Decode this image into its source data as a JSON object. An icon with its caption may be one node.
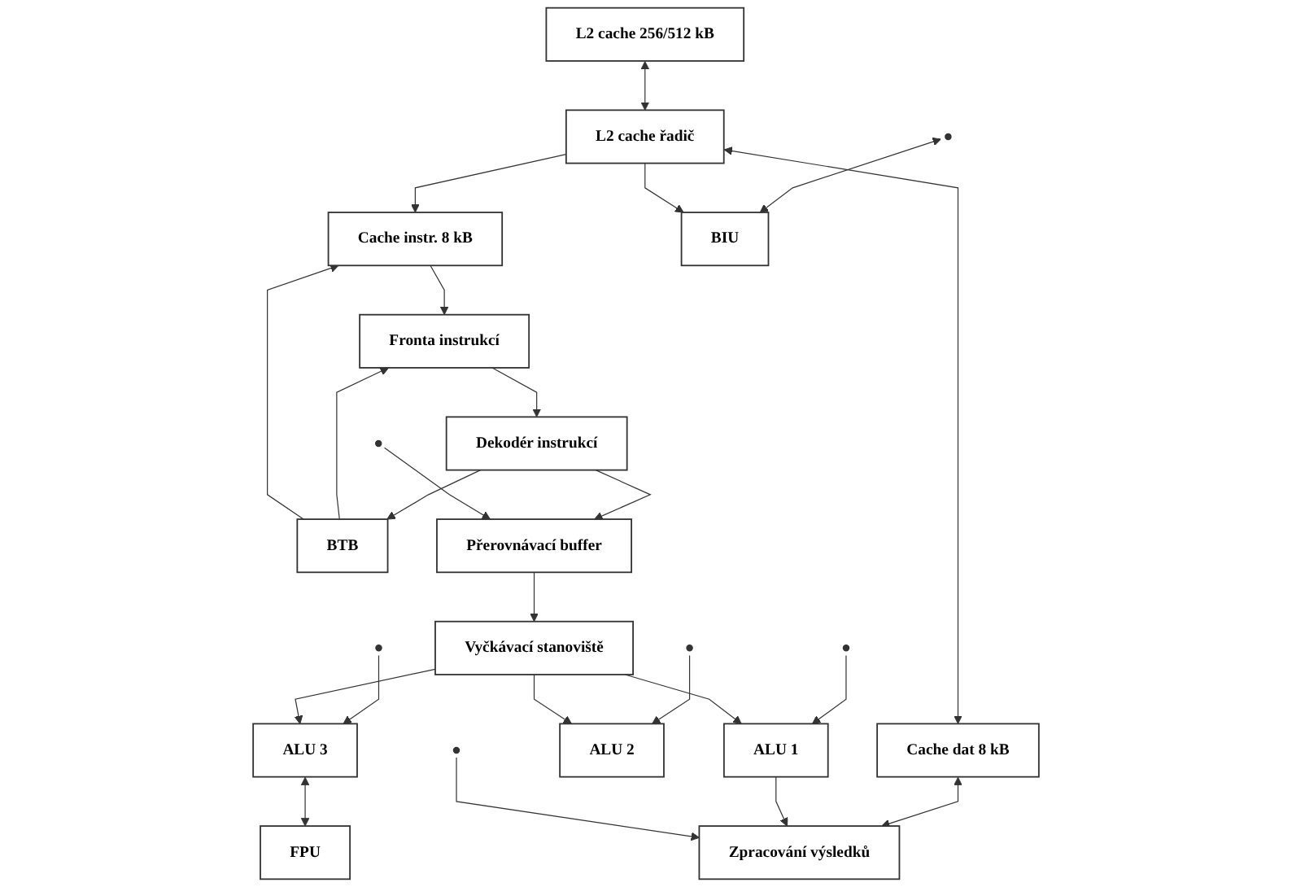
{
  "diagram": {
    "nodes": [
      {
        "text": [
          "L2 cache 256/512 kB"
        ]
      },
      {
        "text": [
          "Cache instr. 8 kB"
        ]
      },
      {
        "text": [
          "BIU"
        ]
      },
      {
        "text": [
          "L2 cache řadič"
        ]
      },
      {
        "text": [
          "Fronta instrukcí"
        ]
      },
      {
        "text": [
          "BTB"
        ]
      },
      {
        "text": [
          "Dekodér instrukcí"
        ]
      },
      {
        "text": [
          "Přerovnávací buffer"
        ]
      },
      {
        "text": [
          "ALU 1"
        ]
      },
      {
        "text": [
          "Cache dat 8 kB"
        ]
      },
      {
        "text": [
          "Zpracování výsledků"
        ]
      },
      {
        "text": [
          "ALU 2"
        ]
      },
      {
        "text": [
          "Vyčkávací stanoviště"
        ]
      },
      {
        "text": [
          "ALU 3"
        ]
      },
      {
        "text": [
          "FPU"
        ]
      }
    ],
    "edges": [
      {
        "from": null,
        "to": 2,
        "arrow": "both"
      },
      {
        "from": 0,
        "to": 3,
        "arrow": "both"
      },
      {
        "from": 3,
        "to": 2,
        "arrow": "to"
      },
      {
        "from": 3,
        "to": 1,
        "arrow": "to"
      },
      {
        "from": 1,
        "to": 4,
        "arrow": "to"
      },
      {
        "from": 5,
        "to": 4,
        "arrow": "to"
      },
      {
        "from": 5,
        "to": 1,
        "arrow": "to"
      },
      {
        "from": 4,
        "to": 6,
        "arrow": "to"
      },
      {
        "from": 6,
        "to": 5,
        "arrow": "to"
      },
      {
        "from": 6,
        "to": 7,
        "arrow": "to"
      },
      {
        "from": 3,
        "to": 9,
        "arrow": "both"
      },
      {
        "from": 9,
        "to": 10,
        "arrow": "both"
      },
      {
        "from": 8,
        "to": 10,
        "arrow": "to"
      },
      {
        "from": null,
        "to": 7,
        "arrow": "to"
      },
      {
        "from": null,
        "to": 8,
        "arrow": "to"
      },
      {
        "from": null,
        "to": 11,
        "arrow": "to"
      },
      {
        "from": null,
        "to": 13,
        "arrow": "to"
      },
      {
        "from": null,
        "to": 10,
        "arrow": "to"
      },
      {
        "from": 7,
        "to": 12,
        "arrow": "to"
      },
      {
        "from": 12,
        "to": 8,
        "arrow": "to"
      },
      {
        "from": 12,
        "to": 11,
        "arrow": "to"
      },
      {
        "from": 12,
        "to": 13,
        "arrow": "to"
      },
      {
        "from": 13,
        "to": 14,
        "arrow": "both"
      }
    ]
  }
}
